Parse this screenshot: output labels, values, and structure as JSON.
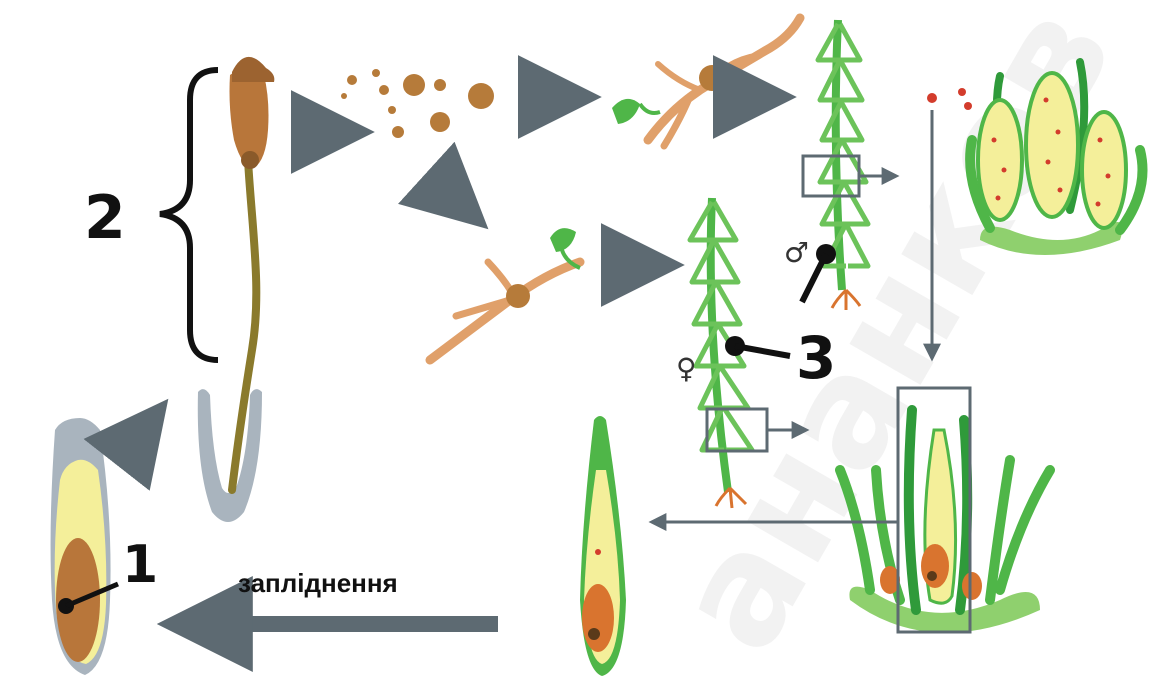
{
  "diagram": {
    "labels": {
      "one": "1",
      "two": "2",
      "three": "3"
    },
    "caption": "запліднення",
    "symbols": {
      "male": "♂",
      "female": "♀"
    },
    "watermark": "ананков",
    "colors": {
      "arrow": "#5d6a72",
      "capsule": "#b8763a",
      "spore": "#b67b3a",
      "protonema": "#e0a06a",
      "leaf": "#4fb648",
      "leaf_dark": "#2f9a3a",
      "leaf_light": "#8fd06e",
      "yellow": "#f4ef9a",
      "embryo": "#d9742f",
      "gray_sheath": "#a9b4be",
      "red_dot": "#d33c2c"
    }
  }
}
